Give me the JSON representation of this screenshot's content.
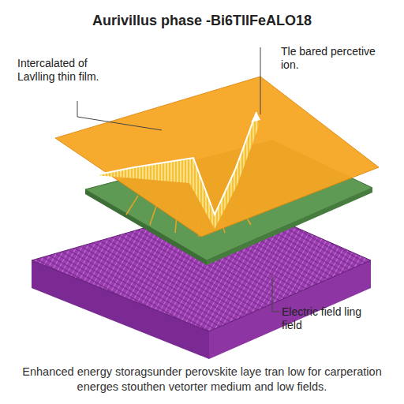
{
  "diagram": {
    "title": "Aurivillus phase -Bi6TlIFeALO18",
    "caption": "Enhanced energy storagsunder perovskite laye tran low for carperation energes stouthen vetorter medium and low fields.",
    "labels": [
      "Intercalated of Lavlling thin film.",
      "Tle bared percetive ion.",
      "Electric field ling field"
    ]
  }
}
